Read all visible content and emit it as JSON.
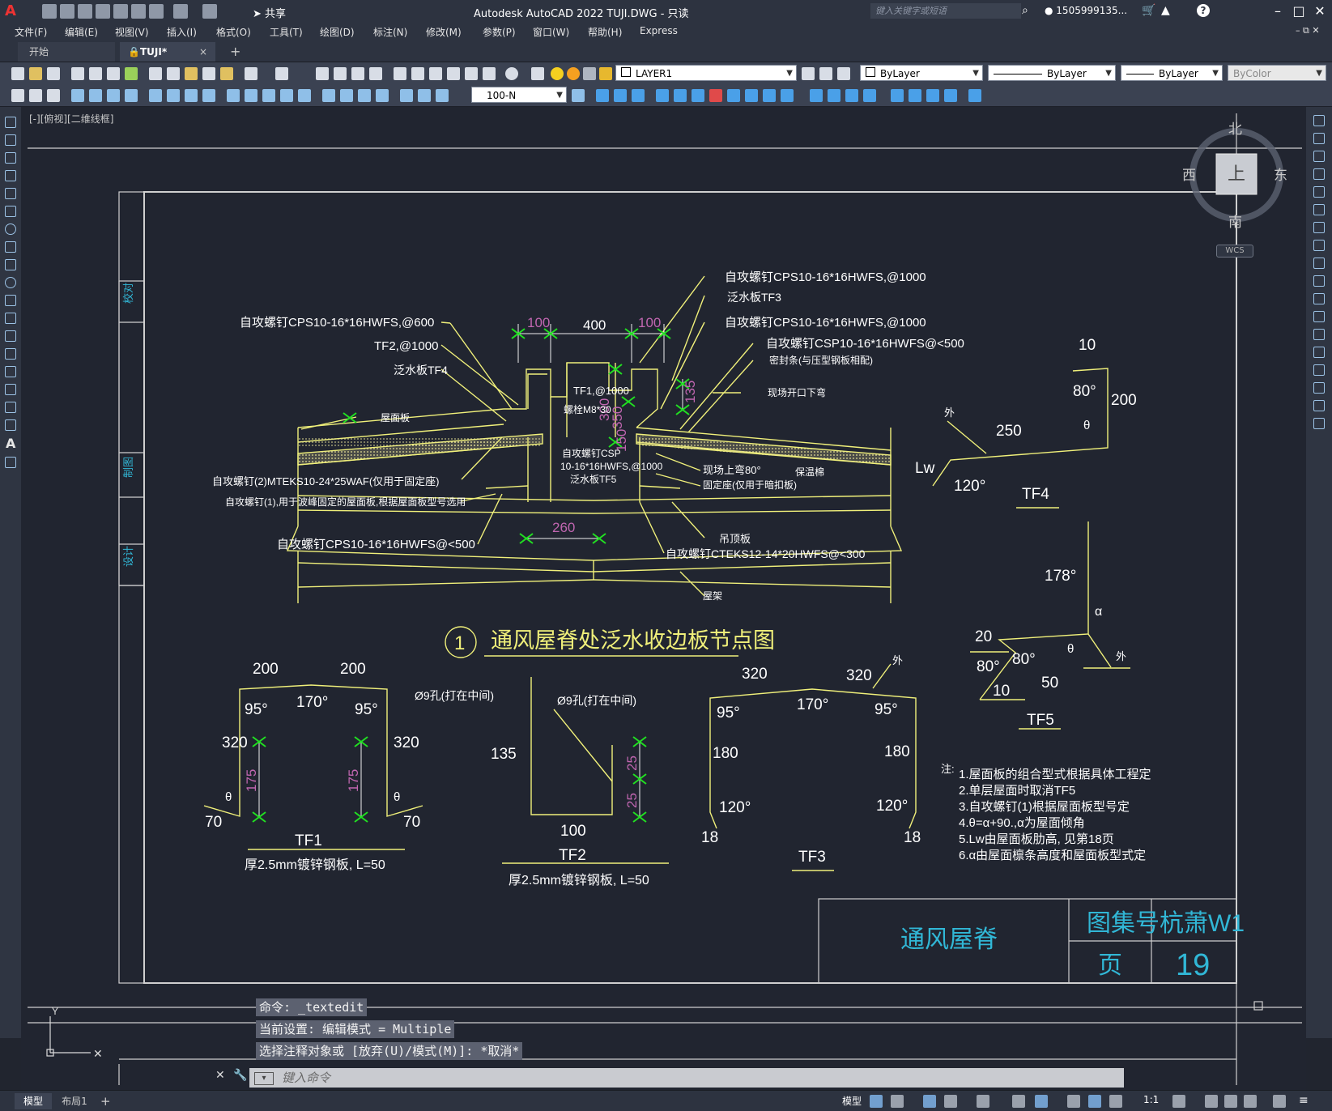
{
  "app": {
    "title": "Autodesk AutoCAD 2022    TUJI.DWG - 只读",
    "share_label": "共享",
    "search_placeholder": "键入关键字或短语",
    "user": "1505999135...",
    "help": "?"
  },
  "menu": [
    "文件(F)",
    "编辑(E)",
    "视图(V)",
    "插入(I)",
    "格式(O)",
    "工具(T)",
    "绘图(D)",
    "标注(N)",
    "修改(M)",
    "参数(P)",
    "窗口(W)",
    "帮助(H)",
    "Express"
  ],
  "tabs": {
    "start": "开始",
    "doc": "TUJI*",
    "close": "×",
    "add": "+"
  },
  "toolbar": {
    "layer": "LAYER1",
    "color": "ByLayer",
    "linetype": "ByLayer",
    "lineweight": "ByLayer",
    "plotstyle": "ByColor",
    "dimstyle": "100-N"
  },
  "viewport": {
    "label": "[-][俯视][二维线框]"
  },
  "navcube": {
    "north": "北",
    "south": "南",
    "east": "东",
    "west": "西",
    "top": "上",
    "wcs": "WCS"
  },
  "drawing": {
    "title": "通风屋脊处泛水收边板节点图",
    "title_num": "1",
    "side_labels": [
      "校对",
      "制图",
      "设计"
    ],
    "callouts_left": [
      "自攻螺钉CPS10-16*16HWFS,@600",
      "TF2,@1000",
      "泛水板TF4",
      "屋面板",
      "自攻螺钉(2)MTEKS10-24*25WAF(仅用于固定座)",
      "自攻螺钉(1),用于波峰固定的屋面板,根据屋面板型号选用",
      "自攻螺钉CPS10-16*16HWFS@<500"
    ],
    "callouts_right": [
      "自攻螺钉CPS10-16*16HWFS,@1000",
      "泛水板TF3",
      "自攻螺钉CPS10-16*16HWFS,@1000",
      "自攻螺钉CSP10-16*16HWFS@<500",
      "密封条(与压型钢板相配)",
      "现场开口下弯",
      "现场上弯80°",
      "保温棉",
      "固定座(仅用于暗扣板)",
      "吊顶板",
      "自攻螺钉CTEKS12-14*20HWFS@<300",
      "屋架"
    ],
    "center_labels": [
      "TF1,@1000",
      "螺栓M8*30",
      "自攻螺钉CSP",
      "10-16*16HWFS,@1000",
      "泛水板TF5"
    ],
    "dims_top": [
      "100",
      "400",
      "100",
      "135",
      "300",
      "350",
      "150",
      "260"
    ],
    "tf4": {
      "name": "TF4",
      "a": "10",
      "b": "80°",
      "c": "200",
      "d": "250",
      "e": "θ",
      "f": "外",
      "g": "Lw",
      "h": "120°"
    },
    "tf5": {
      "name": "TF5",
      "a": "178°",
      "b": "α",
      "c": "20",
      "d": "80°",
      "e": "80°",
      "f": "θ",
      "g": "外",
      "h": "10",
      "i": "50"
    },
    "tf1": {
      "name": "TF1",
      "spec": "厚2.5mm镀锌钢板, L=50",
      "d200a": "200",
      "d200b": "200",
      "a95a": "95°",
      "a170": "170°",
      "a95b": "95°",
      "d320a": "320",
      "d320b": "320",
      "d175a": "175",
      "d175b": "175",
      "t1": "θ",
      "t2": "θ",
      "d70a": "70",
      "d70b": "70",
      "hole": "Ø9孔(打在中间)"
    },
    "tf2": {
      "name": "TF2",
      "spec": "厚2.5mm镀锌钢板, L=50",
      "hole": "Ø9孔(打在中间)",
      "d135": "135",
      "d25a": "25",
      "d25b": "25",
      "d100": "100"
    },
    "tf3": {
      "name": "TF3",
      "d320a": "320",
      "d320b": "320",
      "wai": "外",
      "a95a": "95°",
      "a170": "170°",
      "a95b": "95°",
      "d180a": "180",
      "d180b": "180",
      "a120a": "120°",
      "a120b": "120°",
      "d18a": "18",
      "d18b": "18"
    },
    "notes_title": "注:",
    "notes": [
      "1.屋面板的组合型式根据具体工程定",
      "2.单层屋面时取消TF5",
      "3.自攻螺钉(1)根据屋面板型号定",
      "4.θ=α+90.,α为屋面倾角",
      "5.Lw由屋面板肋高, 见第18页",
      "6.α由屋面檩条高度和屋面板型式定"
    ],
    "titleblock": {
      "name": "通风屋脊",
      "atlas_label": "图集号",
      "atlas_value": "杭萧W1",
      "page_label": "页",
      "page_value": "19"
    }
  },
  "command": {
    "history": [
      "命令: _textedit",
      "当前设置: 编辑模式 = Multiple",
      "选择注释对象或 [放弃(U)/模式(M)]: *取消*"
    ],
    "prompt": "键入命令"
  },
  "status": {
    "model_tab": "模型",
    "layout_tab": "布局1",
    "add": "+",
    "model_btn": "模型",
    "scale": "1:1"
  },
  "colors": {
    "line": "#f0f07a",
    "text": "#ffffff",
    "dim": "#c066b0",
    "green": "#21e021",
    "cyan": "#31b7d6"
  }
}
